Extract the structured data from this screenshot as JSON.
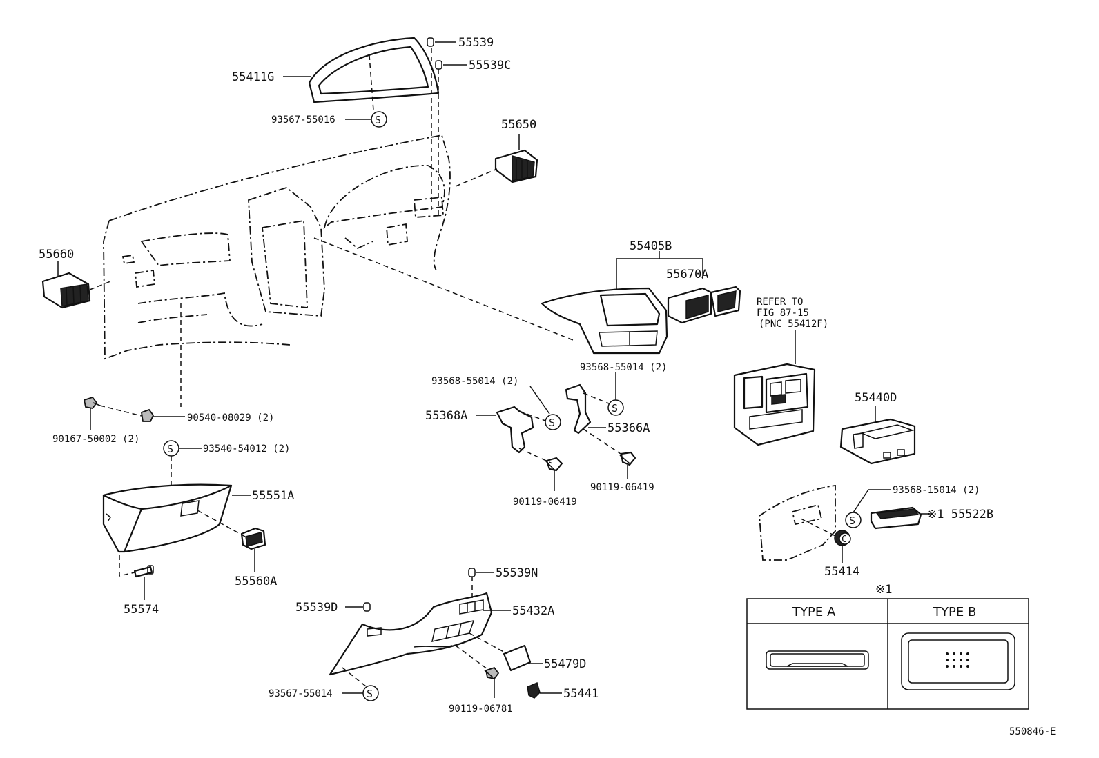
{
  "labels": {
    "p55539": "55539",
    "p55539c": "55539C",
    "p55411g": "55411G",
    "p93567_55016": "93567-55016",
    "p55650": "55650",
    "p55660": "55660",
    "p55405b": "55405B",
    "p55670a": "55670A",
    "refer1": "REFER TO",
    "refer2": "FIG 87-15",
    "refer3": "(PNC 55412F)",
    "p93568_55014_r": "93568-55014 (2)",
    "p93568_55014_l": "93568-55014 (2)",
    "p55368a": "55368A",
    "p55366a": "55366A",
    "p90119_06419_l": "90119-06419",
    "p90119_06419_r": "90119-06419",
    "p90540_08029": "90540-08029 (2)",
    "p90167_50002": "90167-50002 (2)",
    "p93540_54012": "93540-54012 (2)",
    "p55551a": "55551A",
    "p55560a": "55560A",
    "p55574": "55574",
    "p55440d": "55440D",
    "p93568_15014": "93568-15014 (2)",
    "p55522b": "※1 55522B",
    "p55414": "55414",
    "p55539n": "55539N",
    "p55539d": "55539D",
    "p55432a": "55432A",
    "p55479d": "55479D",
    "p93567_55014": "93567-55014",
    "p90119_06781": "90119-06781",
    "p55441": "55441",
    "note1": "※1",
    "type_a": "TYPE A",
    "type_b": "TYPE B",
    "figure_code": "550846-E"
  },
  "symbols": {
    "s": "S",
    "c": "C"
  }
}
